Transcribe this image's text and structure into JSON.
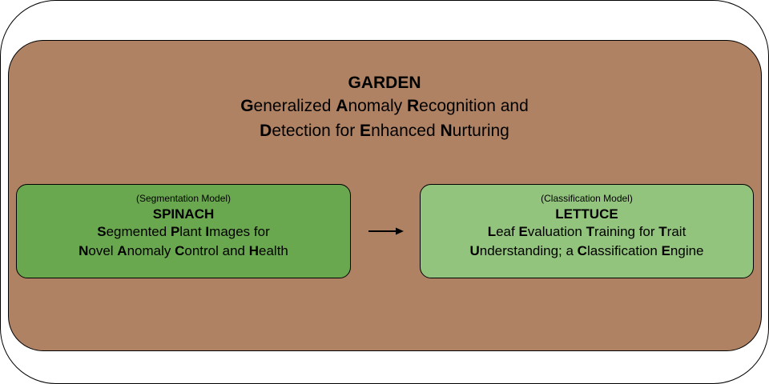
{
  "garden": {
    "title": "GARDEN",
    "line1": [
      {
        "b": "G",
        "t": "eneralized "
      },
      {
        "b": "A",
        "t": "nomaly "
      },
      {
        "b": "R",
        "t": "ecognition and"
      }
    ],
    "line2": [
      {
        "b": "D",
        "t": "etection for "
      },
      {
        "b": "E",
        "t": "nhanced "
      },
      {
        "b": "N",
        "t": "urturing"
      }
    ],
    "color": "#b08264"
  },
  "spinach": {
    "type": "(Segmentation Model)",
    "name": "SPINACH",
    "line1": [
      {
        "b": "S",
        "t": "egmented "
      },
      {
        "b": "P",
        "t": "lant "
      },
      {
        "b": "I",
        "t": "mages for"
      }
    ],
    "line2": [
      {
        "b": "N",
        "t": "ovel "
      },
      {
        "b": "A",
        "t": "nomaly "
      },
      {
        "b": "C",
        "t": "ontrol and "
      },
      {
        "b": "H",
        "t": "ealth"
      }
    ],
    "color": "#6aa84f"
  },
  "lettuce": {
    "type": "(Classification Model)",
    "name": "LETTUCE",
    "line1": [
      {
        "b": "L",
        "t": "eaf "
      },
      {
        "b": "E",
        "t": "valuation "
      },
      {
        "b": "T",
        "t": "raining for "
      },
      {
        "b": "T",
        "t": "rait"
      }
    ],
    "line2": [
      {
        "b": "U",
        "t": "nderstanding; a "
      },
      {
        "b": "C",
        "t": "lassification "
      },
      {
        "b": "E",
        "t": "ngine"
      }
    ],
    "color": "#93c47d"
  },
  "connector": {
    "from": "spinach",
    "to": "lettuce",
    "icon": "arrow-right-icon"
  }
}
